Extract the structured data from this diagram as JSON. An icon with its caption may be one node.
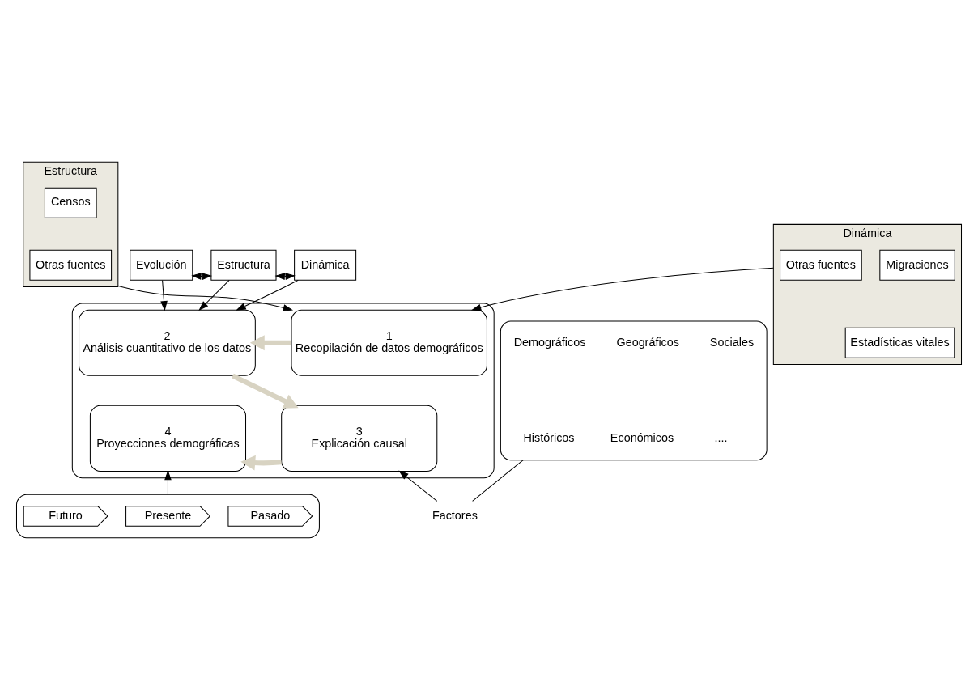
{
  "diagram": {
    "nodes": [
      {
        "text": [
          "Estructura"
        ]
      },
      {
        "text": [
          "Censos"
        ],
        "in": 0
      },
      {
        "text": [
          "Otras fuentes"
        ],
        "in": 0
      },
      {
        "text": [
          "Dinámica"
        ]
      },
      {
        "text": [
          "Migraciones"
        ],
        "in": 3
      },
      {
        "text": [
          "Otras fuentes"
        ],
        "in": 3
      },
      {
        "text": [
          "Estadísticas vitales"
        ],
        "in": 3
      },
      {
        "text": [
          "Evolución"
        ]
      },
      {
        "text": [
          "Estructura"
        ]
      },
      {
        "text": [
          "Dinámica"
        ]
      },
      {
        "text": [],
        "shape": "box"
      },
      {
        "text": [
          "1",
          "Recopilación de datos demográficos"
        ],
        "in": 10
      },
      {
        "text": [
          "2",
          "Análisis cuantitativo de los datos"
        ],
        "in": 10
      },
      {
        "text": [
          "3",
          "Explicación causal"
        ],
        "in": 10
      },
      {
        "text": [
          "4",
          "Proyecciones demográficas"
        ],
        "in": 10
      },
      {
        "text": [],
        "shape": "box"
      },
      {
        "text": [
          "Futuro"
        ],
        "in": 15
      },
      {
        "text": [
          "Presente"
        ],
        "in": 15
      },
      {
        "text": [
          "Pasado"
        ],
        "in": 15
      },
      {
        "text": [
          "Factores"
        ]
      },
      {
        "text": [],
        "shape": "box"
      },
      {
        "text": [
          "Demográficos"
        ],
        "in": 20
      },
      {
        "text": [
          "Geográficos"
        ],
        "in": 20
      },
      {
        "text": [
          "Sociales"
        ],
        "in": 20
      },
      {
        "text": [
          "Históricos"
        ],
        "in": 20
      },
      {
        "text": [
          "Económicos"
        ],
        "in": 20
      },
      {
        "text": [
          "...."
        ],
        "in": 20
      }
    ],
    "edges": [
      {
        "from": 0,
        "to": 11,
        "arrow": "to"
      },
      {
        "from": 3,
        "to": 11,
        "arrow": "to"
      },
      {
        "from": 7,
        "to": 8,
        "arrow": "both"
      },
      {
        "from": 8,
        "to": 9,
        "arrow": "both"
      },
      {
        "from": 7,
        "to": 12,
        "arrow": "to"
      },
      {
        "from": 8,
        "to": 12,
        "arrow": "to"
      },
      {
        "from": 9,
        "to": 12,
        "arrow": "to"
      },
      {
        "from": 11,
        "to": 12,
        "arrow": "to",
        "style": "thick",
        "color": "#d8d3c2"
      },
      {
        "from": 12,
        "to": 13,
        "arrow": "to",
        "style": "thick",
        "color": "#d8d3c2"
      },
      {
        "from": 13,
        "to": 14,
        "arrow": "to",
        "style": "thick",
        "color": "#d8d3c2"
      },
      {
        "from": 15,
        "to": 14,
        "arrow": "to"
      },
      {
        "from": 20,
        "to": 19,
        "arrow": "none"
      },
      {
        "from": 19,
        "to": 13,
        "arrow": "to"
      }
    ]
  }
}
